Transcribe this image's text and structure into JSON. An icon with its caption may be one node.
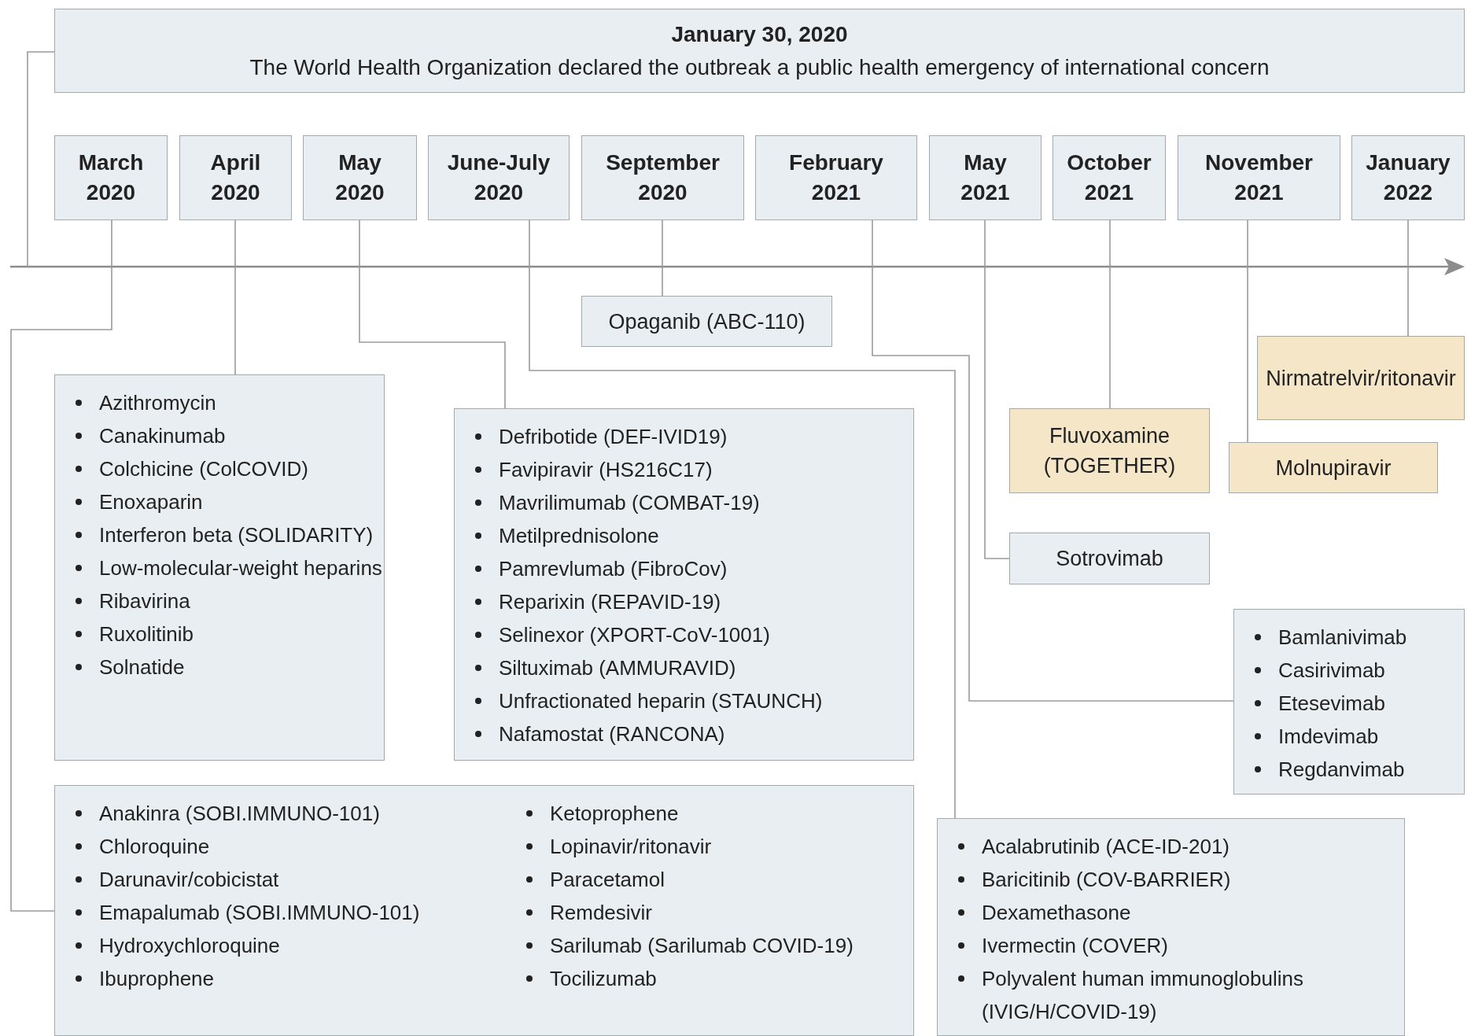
{
  "diagram": {
    "nodes": [
      {
        "text": [
          "January 30, 2020",
          "The World Health Organization declared the outbreak a public health emergency of international concern"
        ]
      },
      {
        "text": [
          "March 2020"
        ]
      },
      {
        "text": [
          "April 2020"
        ]
      },
      {
        "text": [
          "May 2020"
        ]
      },
      {
        "text": [
          "June-July 2020"
        ]
      },
      {
        "text": [
          "September 2020"
        ]
      },
      {
        "text": [
          "February 2021"
        ]
      },
      {
        "text": [
          "May 2021"
        ]
      },
      {
        "text": [
          "October 2021"
        ]
      },
      {
        "text": [
          "November 2021"
        ]
      },
      {
        "text": [
          "January 2022"
        ]
      },
      {
        "text": [
          "Opaganib (ABC-110)"
        ]
      },
      {
        "text": [
          "Nirmatrelvir/ritonavir"
        ]
      },
      {
        "text": [
          "Azithromycin",
          "Canakinumab",
          "Colchicine (ColCOVID)",
          "Enoxaparin",
          "Interferon beta (SOLIDARITY)",
          "Low-molecular-weight heparins",
          "Ribavirina",
          "Ruxolitinib",
          "Solnatide"
        ]
      },
      {
        "text": [
          "Fluvoxamine (TOGETHER)"
        ]
      },
      {
        "text": [
          "Defribotide (DEF-IVID19)",
          "Favipiravir (HS216C17)",
          "Mavrilimumab (COMBAT-19)",
          "Metilprednisolone",
          "Pamrevlumab (FibroCov)",
          "Reparixin (REPAVID-19)",
          "Selinexor (XPORT-CoV-1001)",
          "Siltuximab (AMMURAVID)",
          "Unfractionated heparin (STAUNCH)",
          "Nafamostat (RANCONA)"
        ]
      },
      {
        "text": [
          "Molnupiravir"
        ]
      },
      {
        "text": [
          "Sotrovimab"
        ]
      },
      {
        "text": [
          "Bamlanivimab",
          "Casirivimab",
          "Etesevimab",
          "Imdevimab",
          "Regdanvimab"
        ]
      },
      {
        "text": [
          "Anakinra (SOBI.IMMUNO-101)",
          "Chloroquine",
          "Darunavir/cobicistat",
          "Emapalumab (SOBI.IMMUNO-101)",
          "Hydroxychloroquine",
          "Ibuprophene",
          "Ketoprophene",
          "Lopinavir/ritonavir",
          "Paracetamol",
          "Remdesivir",
          "Sarilumab (Sarilumab COVID-19)",
          "Tocilizumab"
        ]
      },
      {
        "text": [
          "Acalabrutinib (ACE-ID-201)",
          "Baricitinib (COV-BARRIER)",
          "Dexamethasone",
          "Ivermectin (COVER)",
          "Polyvalent human immunoglobulins (IVIG/H/COVID-19)"
        ]
      }
    ],
    "edges": [
      {
        "from": 0,
        "to": null,
        "arrow": "none"
      },
      {
        "from": 1,
        "to": 19,
        "arrow": "none"
      },
      {
        "from": 2,
        "to": 13,
        "arrow": "none"
      },
      {
        "from": 3,
        "to": 15,
        "arrow": "none"
      },
      {
        "from": 4,
        "to": 20,
        "arrow": "none"
      },
      {
        "from": 5,
        "to": 11,
        "arrow": "none"
      },
      {
        "from": 6,
        "to": 18,
        "arrow": "none"
      },
      {
        "from": 7,
        "to": 17,
        "arrow": "none"
      },
      {
        "from": 8,
        "to": 14,
        "arrow": "none"
      },
      {
        "from": 9,
        "to": 16,
        "arrow": "none"
      },
      {
        "from": 10,
        "to": 12,
        "arrow": "none"
      }
    ]
  }
}
